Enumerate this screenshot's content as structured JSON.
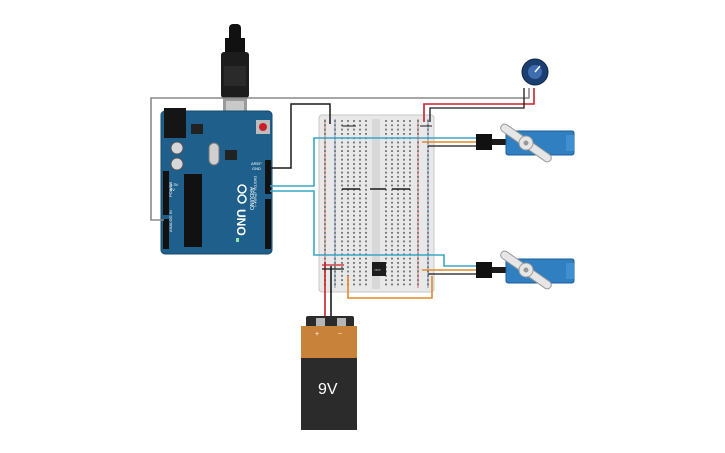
{
  "colors": {
    "arduino_board": "#1f5f8b",
    "breadboard": "#e8e8e8",
    "wire_cyan": "#3aa6c7",
    "wire_black": "#1a1a1a",
    "wire_red": "#c8202a",
    "wire_gray": "#8a8a8a",
    "wire_orange": "#e08a2a",
    "servo_body": "#2f7fc1",
    "battery_top": "#c8823a",
    "battery_bottom": "#2b2b2b",
    "potentiometer": "#1c3f73"
  },
  "arduino": {
    "brand": "ARDUINO",
    "model": "UNO",
    "digital_label": "DIGITAL (PWM~)",
    "analog_label": "ANALOG IN",
    "power_label": "POWER",
    "pin_gnd": "GND",
    "pin_aref": "AREF",
    "pin_5v": "5V",
    "pin_3v3": "3.3V"
  },
  "battery": {
    "label": "9V",
    "plus": "+",
    "minus": "−"
  },
  "ic": {
    "label": "7805"
  },
  "icons": {
    "servo_top": "servo-motor-icon",
    "servo_bottom": "servo-motor-icon",
    "potentiometer": "potentiometer-icon",
    "usb": "usb-connector-icon"
  }
}
